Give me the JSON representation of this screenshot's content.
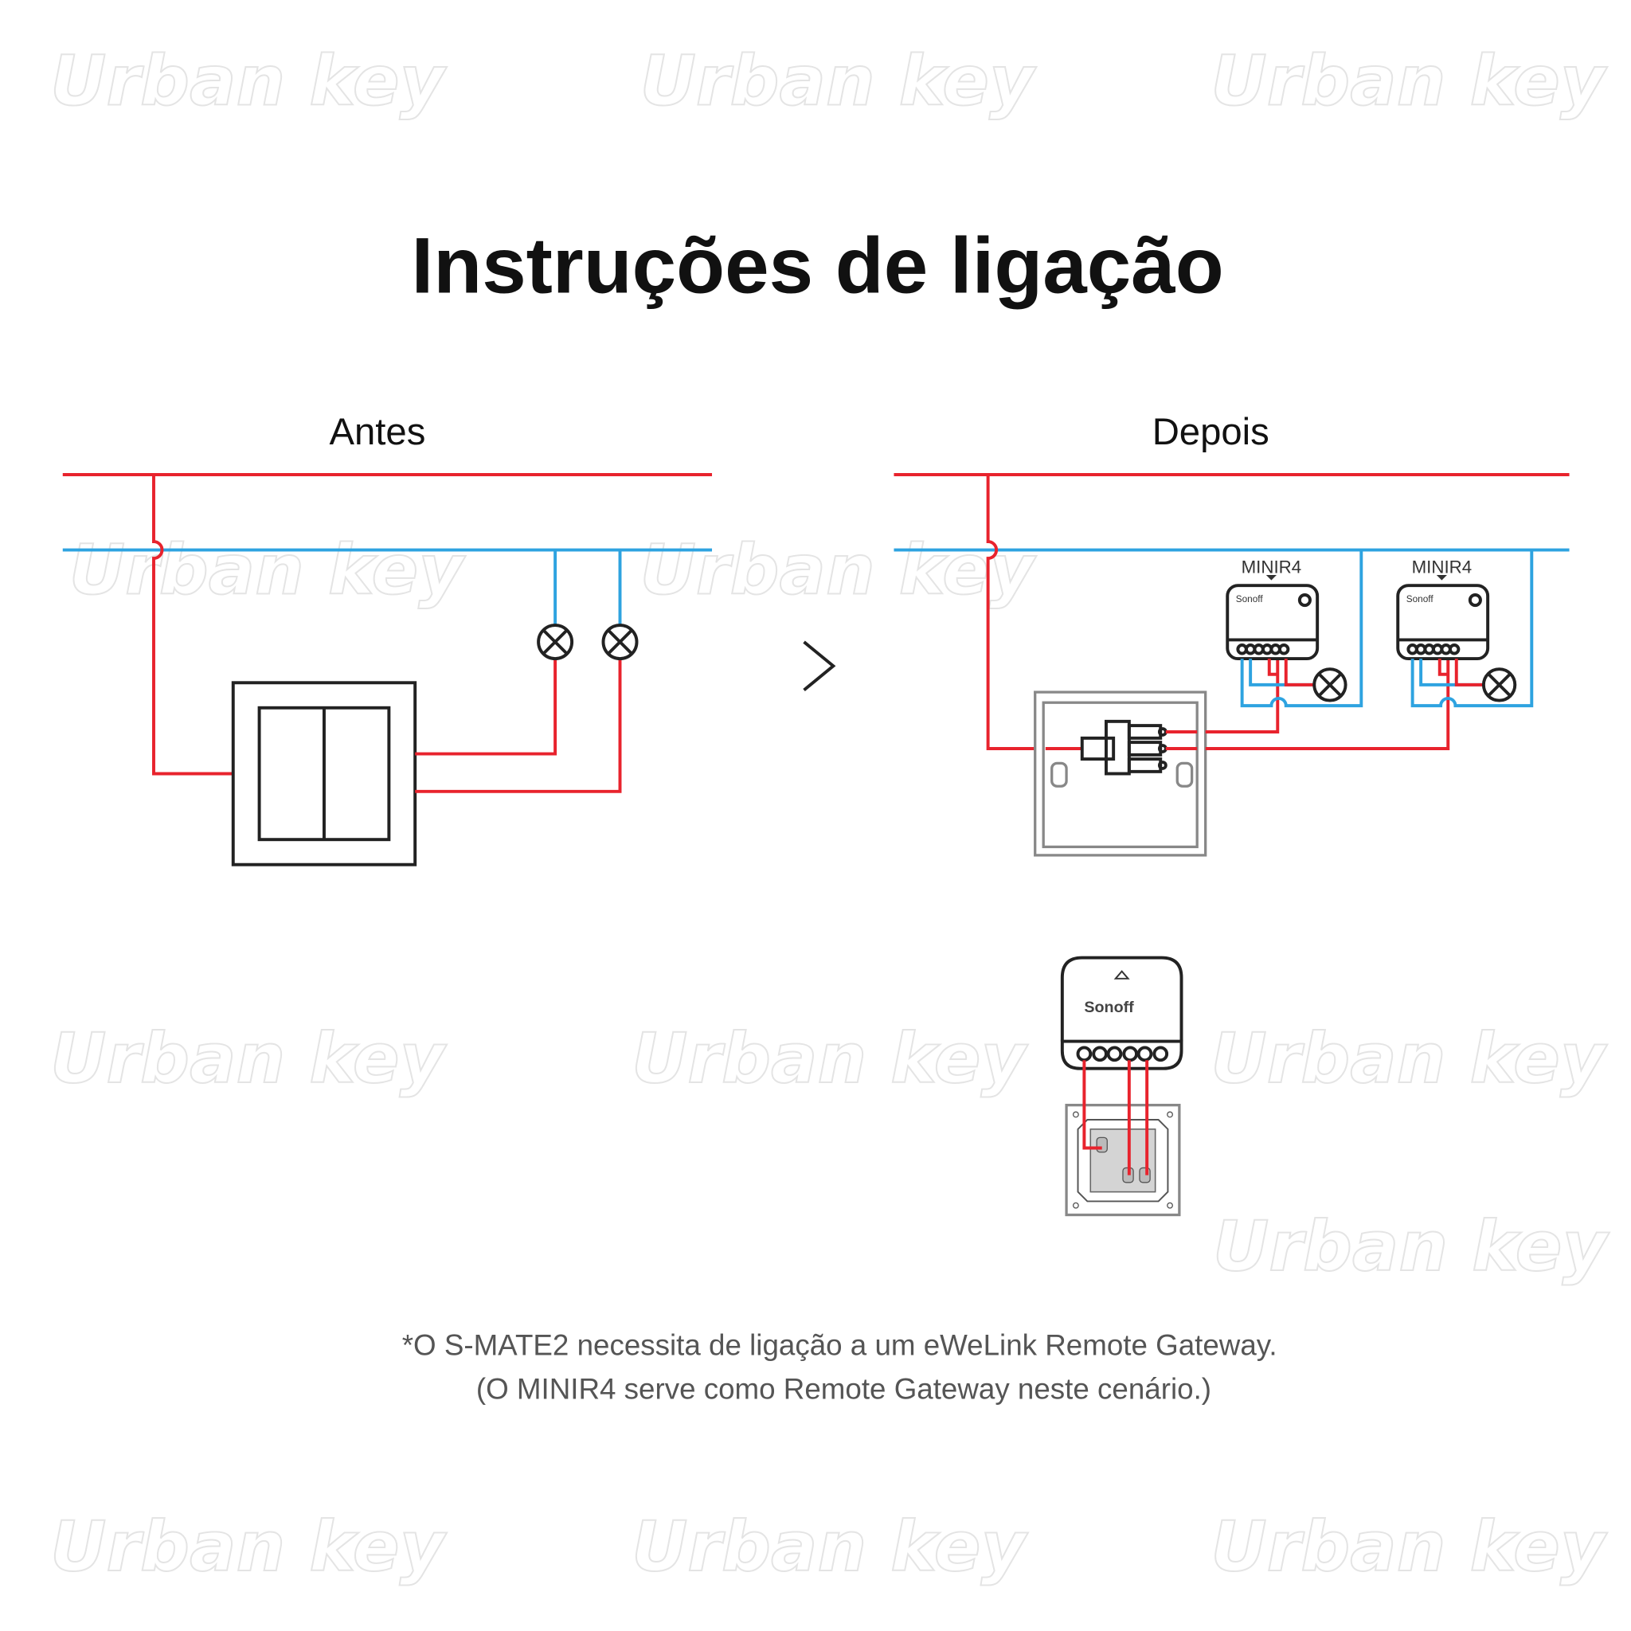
{
  "title": "Instruções de ligação",
  "before": {
    "label": "Antes"
  },
  "after": {
    "label": "Depois",
    "module_label_1": "MINIR4",
    "module_label_2": "MINIR4",
    "brand": "Sonoff"
  },
  "footnote": {
    "line1": "*O S-MATE2 necessita de ligação a um eWeLink Remote Gateway.",
    "line2": "(O MINIR4 serve como Remote Gateway neste cenário.)"
  },
  "watermark": "Urban key",
  "colors": {
    "live": "#e8232d",
    "neutral": "#2ea3e0",
    "text": "#111111",
    "footnote": "#555555"
  }
}
